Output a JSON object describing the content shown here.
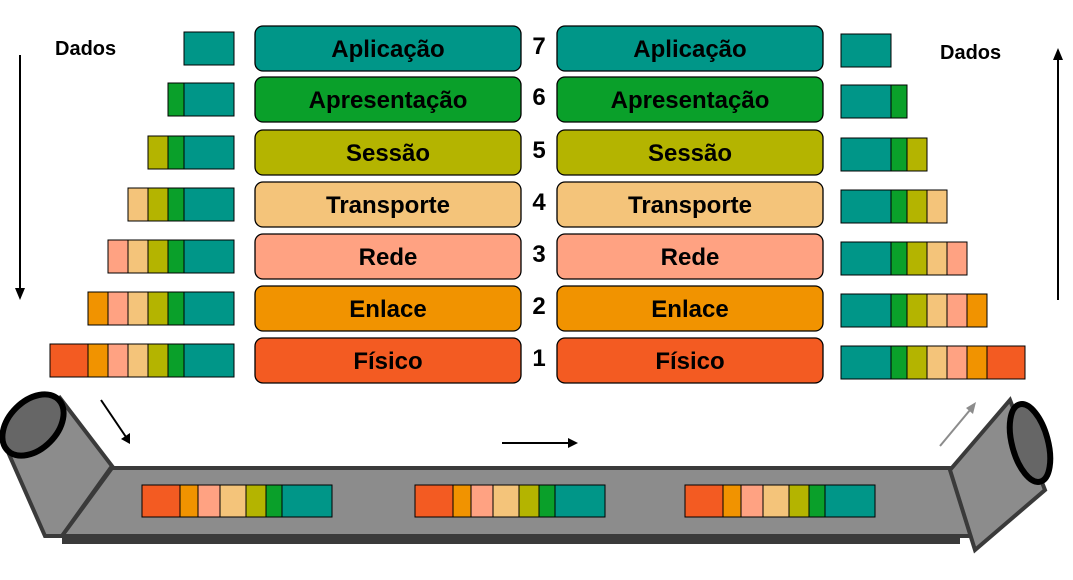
{
  "side_labels": {
    "left": "Dados",
    "right": "Dados"
  },
  "layers": [
    {
      "num": "7",
      "name": "Aplicação",
      "color": "#009688"
    },
    {
      "num": "6",
      "name": "Apresentação",
      "color": "#0aa02a"
    },
    {
      "num": "5",
      "name": "Sessão",
      "color": "#b4b400"
    },
    {
      "num": "4",
      "name": "Transporte",
      "color": "#f4c47a"
    },
    {
      "num": "3",
      "name": "Rede",
      "color": "#ffa282"
    },
    {
      "num": "2",
      "name": "Enlace",
      "color": "#f19300"
    },
    {
      "num": "1",
      "name": "Físico",
      "color": "#f35b22"
    }
  ],
  "pipe_color": "#8c8c8c"
}
